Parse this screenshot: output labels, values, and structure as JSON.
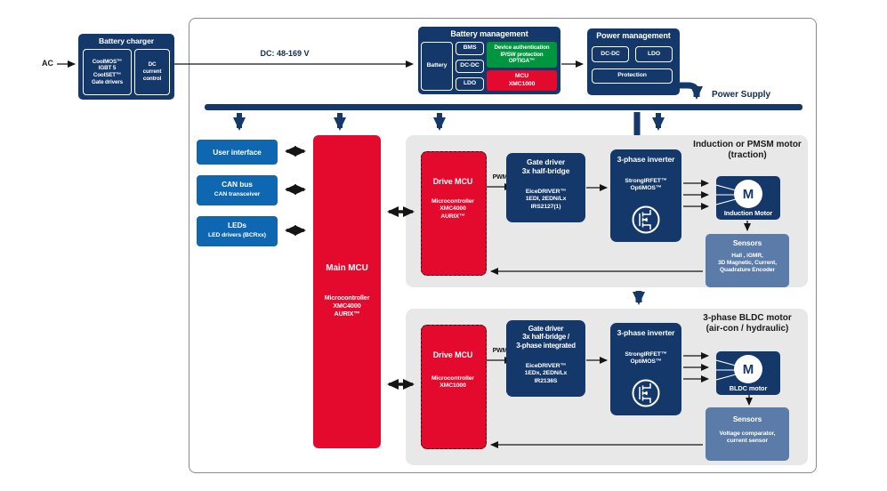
{
  "colors": {
    "navy": "#15386b",
    "blue": "#0f67b2",
    "red": "#e40a2d",
    "green": "#009640",
    "slate": "#5b7ba9",
    "panel_gray": "#e8e8e8",
    "ink": "#122a4c"
  },
  "labels": {
    "ac": "AC",
    "dc_link": "DC: 48-169 V",
    "power_supply": "Power Supply",
    "pwm": "PWM"
  },
  "battery_charger": {
    "title": "Battery charger",
    "cell1": "CoolMOS™\nIGBT 5\nCoolSET™\nGate drivers",
    "cell2": "DC\ncurrent\ncontrol"
  },
  "battery_management": {
    "title": "Battery management",
    "battery": "Battery",
    "stack": [
      "BMS",
      "DC-DC",
      "LDO"
    ],
    "optiga": "Device authentication\nIP/SW protection\nOPTIGA™",
    "mcu": "MCU\nXMC1000"
  },
  "power_management": {
    "title": "Power management",
    "dcdc": "DC-DC",
    "ldo": "LDO",
    "protection": "Protection"
  },
  "left_nodes": [
    {
      "title": "User interface",
      "subtitle": ""
    },
    {
      "title": "CAN bus",
      "subtitle": "CAN transceiver"
    },
    {
      "title": "LEDs",
      "subtitle": "LED drivers (BCRxx)"
    }
  ],
  "main_mcu": {
    "title": "Main MCU",
    "subtitle": "Microcontroller\nXMC4000\nAURIX™"
  },
  "panels": [
    {
      "drive_mcu": {
        "title": "Drive MCU",
        "subtitle": "Microcontroller\nXMC4000\nAURIX™"
      },
      "gate_driver": {
        "title": "Gate driver\n3x half-bridge",
        "subtitle": "EiceDRIVER™\n1EDI, 2EDN/Lx\nIRS2127(1)"
      },
      "inverter": {
        "title": "3-phase inverter",
        "subtitle": "StrongIRFET™\nOptiMOS™"
      },
      "motor_heading": "Induction or PMSM motor\n(traction)",
      "motor": {
        "m": "M",
        "name": "Induction Motor"
      },
      "sensors": {
        "title": "Sensors",
        "subtitle": "Hall , iGMR,\n3D Magnetic, Current,\nQuadrature Encoder"
      }
    },
    {
      "drive_mcu": {
        "title": "Drive MCU",
        "subtitle": "Microcontroller\nXMC1000"
      },
      "gate_driver": {
        "title": "Gate driver\n3x half-bridge /\n3-phase integrated",
        "subtitle": "EiceDRIVER™\n1EDx, 2EDN/Lx\nIR2136S"
      },
      "inverter": {
        "title": "3-phase inverter",
        "subtitle": "StrongIRFET™\nOptiMOS™"
      },
      "motor_heading": "3-phase BLDC motor\n(air-con / hydraulic)",
      "motor": {
        "m": "M",
        "name": "BLDC motor"
      },
      "sensors": {
        "title": "Sensors",
        "subtitle": "Voltage comparator,\ncurrent sensor"
      }
    }
  ]
}
